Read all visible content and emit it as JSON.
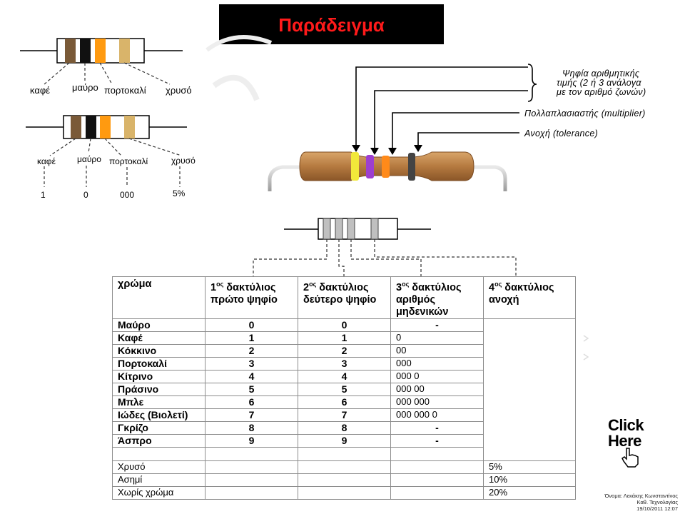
{
  "title": "Παράδειγμα",
  "resistor_top": {
    "labels": [
      "καφέ",
      "μαύρο",
      "πορτοκαλί",
      "χρυσό"
    ],
    "band_colors": [
      "#7a5a38",
      "#111111",
      "#ff9a10",
      "#d9b46a"
    ]
  },
  "resistor_middle": {
    "labels": [
      "καφέ",
      "μαύρο",
      "πορτοκαλί",
      "χρυσό"
    ],
    "values": [
      "1",
      "0",
      "000",
      "5%"
    ],
    "band_colors": [
      "#7a5a38",
      "#111111",
      "#ff9a10",
      "#d9b46a"
    ]
  },
  "photo_resistor": {
    "annotation_digits": [
      "Ψηφία αριθμητικής",
      "τιμής (2 ή 3 ανάλογα",
      "με τον αριθμό ζωνών)"
    ],
    "annotation_multiplier": "Πολλαπλασιαστής (multiplier)",
    "annotation_tolerance": "Ανοχή (tolerance)",
    "band_colors": [
      "#f2e83a",
      "#9d3fd0",
      "#ff8a1a",
      "#444444"
    ]
  },
  "table": {
    "headers": [
      {
        "line1": "χρώμα",
        "line2": "",
        "line3": ""
      },
      {
        "line1": "1",
        "sup": "ος",
        "after": " δακτύλιος",
        "line2": "πρώτο ψηφίο",
        "line3": ""
      },
      {
        "line1": "2",
        "sup": "ος",
        "after": " δακτύλιος",
        "line2": "δεύτερο ψηφίο",
        "line3": ""
      },
      {
        "line1": "3",
        "sup": "ος",
        "after": " δακτύλιος",
        "line2": "αριθμός",
        "line3": "μηδενικών"
      },
      {
        "line1": "4",
        "sup": "ος",
        "after": " δακτύλιος",
        "line2": "ανοχή",
        "line3": ""
      }
    ],
    "rows": [
      {
        "color": "Μαύρο",
        "d1": "0",
        "d2": "0",
        "mult": "-"
      },
      {
        "color": "Καφέ",
        "d1": "1",
        "d2": "1",
        "mult": "0"
      },
      {
        "color": "Κόκκινο",
        "d1": "2",
        "d2": "2",
        "mult": "00"
      },
      {
        "color": "Πορτοκαλί",
        "d1": "3",
        "d2": "3",
        "mult": "000"
      },
      {
        "color": "Κίτρινο",
        "d1": "4",
        "d2": "4",
        "mult": "000 0"
      },
      {
        "color": "Πράσινο",
        "d1": "5",
        "d2": "5",
        "mult": "000 00"
      },
      {
        "color": "Μπλε",
        "d1": "6",
        "d2": "6",
        "mult": "000 000"
      },
      {
        "color": "Ιώδες (Βιολετί)",
        "d1": "7",
        "d2": "7",
        "mult": "000 000 0"
      },
      {
        "color": "Γκρίζο",
        "d1": "8",
        "d2": "8",
        "mult": "-"
      },
      {
        "color": "Άσπρο",
        "d1": "9",
        "d2": "9",
        "mult": "-"
      }
    ],
    "tolerance_rows": [
      {
        "color": "Χρυσό",
        "tol": "5%"
      },
      {
        "color": "Ασημί",
        "tol": "10%"
      },
      {
        "color": "Χωρίς χρώμα",
        "tol": "20%"
      }
    ]
  },
  "click_here": {
    "line1": "Click",
    "line2": "Here"
  },
  "footer": {
    "name": "Όνομα: Λεκάκης Κωνσταντίνος",
    "subject": "Καθ. Τεχνολογίας",
    "date": "19/10/2011 12:07"
  }
}
